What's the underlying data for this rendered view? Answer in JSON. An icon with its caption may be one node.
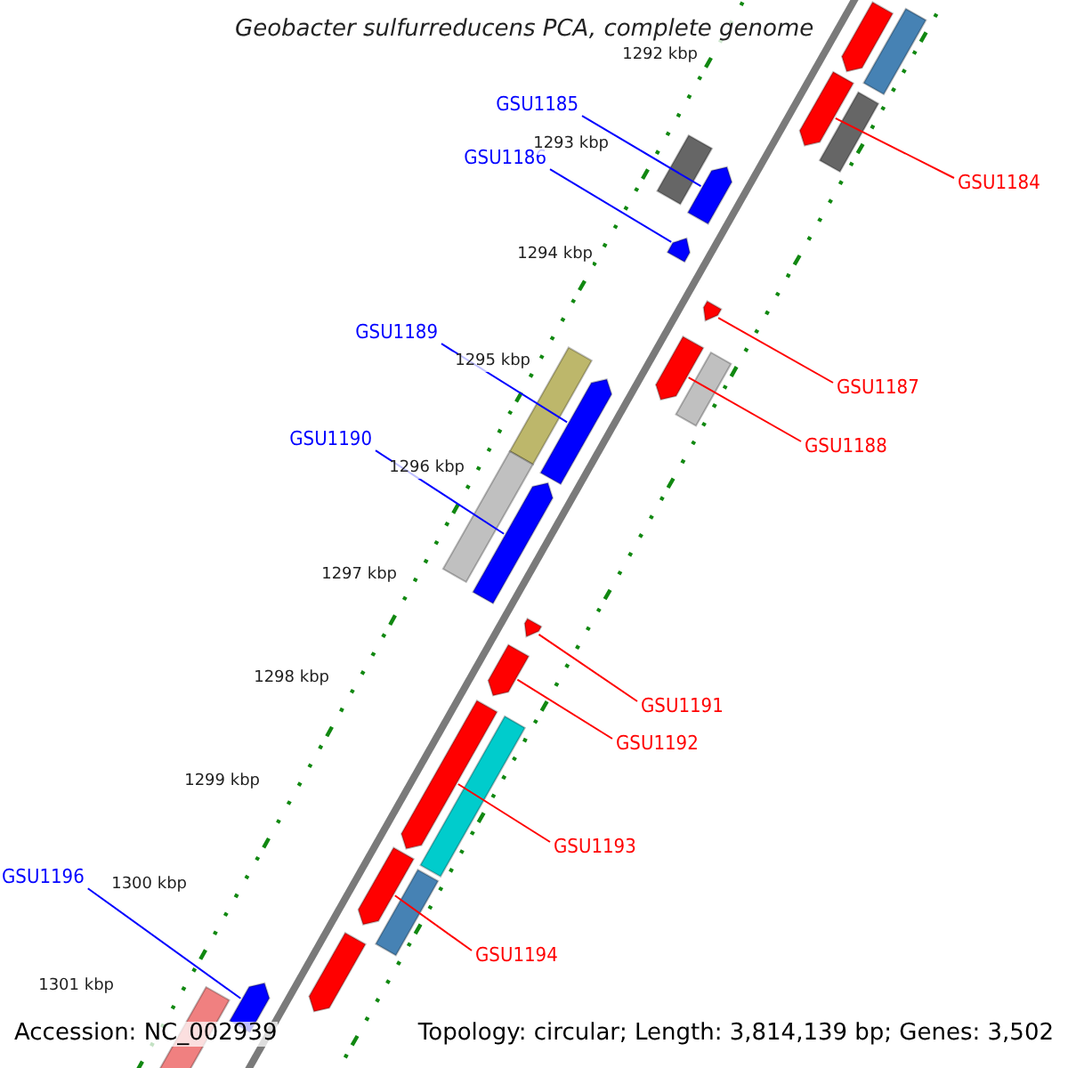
{
  "diagram": {
    "title": "Geobacter sulfurreducens PCA, complete genome",
    "nodes": [
      {
        "text": [
          "GSU1185"
        ]
      },
      {
        "text": [],
        "shape": "bar"
      },
      {
        "text": [
          "GSU1186"
        ]
      },
      {
        "text": [],
        "shape": "bar"
      },
      {
        "text": [
          "GSU1184"
        ]
      },
      {
        "text": [],
        "shape": "bar"
      },
      {
        "text": [
          "GSU1189"
        ]
      },
      {
        "text": [],
        "shape": "bar"
      },
      {
        "text": [
          "GSU1187"
        ]
      },
      {
        "text": [],
        "shape": "bar"
      },
      {
        "text": [
          "GSU1190"
        ]
      },
      {
        "text": [],
        "shape": "bar"
      },
      {
        "text": [
          "GSU1188"
        ]
      },
      {
        "text": [],
        "shape": "bar"
      },
      {
        "text": [
          "GSU1191"
        ]
      },
      {
        "text": [],
        "shape": "bar"
      },
      {
        "text": [
          "GSU1192"
        ]
      },
      {
        "text": [],
        "shape": "bar"
      },
      {
        "text": [
          "GSU1193"
        ]
      },
      {
        "text": [],
        "shape": "bar"
      },
      {
        "text": [
          "GSU1196"
        ]
      },
      {
        "text": [],
        "shape": "bar"
      },
      {
        "text": [
          "GSU1194"
        ]
      },
      {
        "text": [],
        "shape": "bar"
      },
      {
        "text": [],
        "shape": "bar"
      },
      {
        "text": [],
        "shape": "bar"
      },
      {
        "text": [],
        "shape": "bar"
      },
      {
        "text": [],
        "shape": "bar"
      },
      {
        "text": [],
        "shape": "bar"
      },
      {
        "text": [],
        "shape": "bar"
      },
      {
        "text": [],
        "shape": "bar"
      },
      {
        "text": [],
        "shape": "bar"
      },
      {
        "text": [],
        "shape": "bar"
      },
      {
        "text": [],
        "shape": "bar"
      },
      {
        "text": [],
        "shape": "bar"
      }
    ],
    "edges": [
      {
        "from": 0,
        "to": 1,
        "arrow": "none",
        "color": "#0000ff"
      },
      {
        "from": 2,
        "to": 3,
        "arrow": "none",
        "color": "#0000ff"
      },
      {
        "from": 4,
        "to": 5,
        "arrow": "none"
      },
      {
        "from": 6,
        "to": 7,
        "arrow": "none",
        "color": "#0000ff"
      },
      {
        "from": 8,
        "to": 9,
        "arrow": "none"
      },
      {
        "from": 10,
        "to": 11,
        "arrow": "none",
        "color": "#0000ff"
      },
      {
        "from": 12,
        "to": 13,
        "arrow": "none"
      },
      {
        "from": 14,
        "to": 15,
        "arrow": "none"
      },
      {
        "from": 16,
        "to": 17,
        "arrow": "none"
      },
      {
        "from": 18,
        "to": 19,
        "arrow": "none"
      },
      {
        "from": 20,
        "to": 21,
        "arrow": "none",
        "color": "#0000ff"
      },
      {
        "from": 22,
        "to": 23,
        "arrow": "none"
      }
    ],
    "labels": [
      "1292 kbp",
      "1293 kbp",
      "1294 kbp",
      "1295 kbp",
      "1296 kbp",
      "1297 kbp",
      "1298 kbp",
      "1299 kbp",
      "1300 kbp",
      "1301 kbp",
      "Accession: NC_002939",
      "Topology: circular; Length: 3,814,139 bp; Genes: 3,502"
    ]
  }
}
